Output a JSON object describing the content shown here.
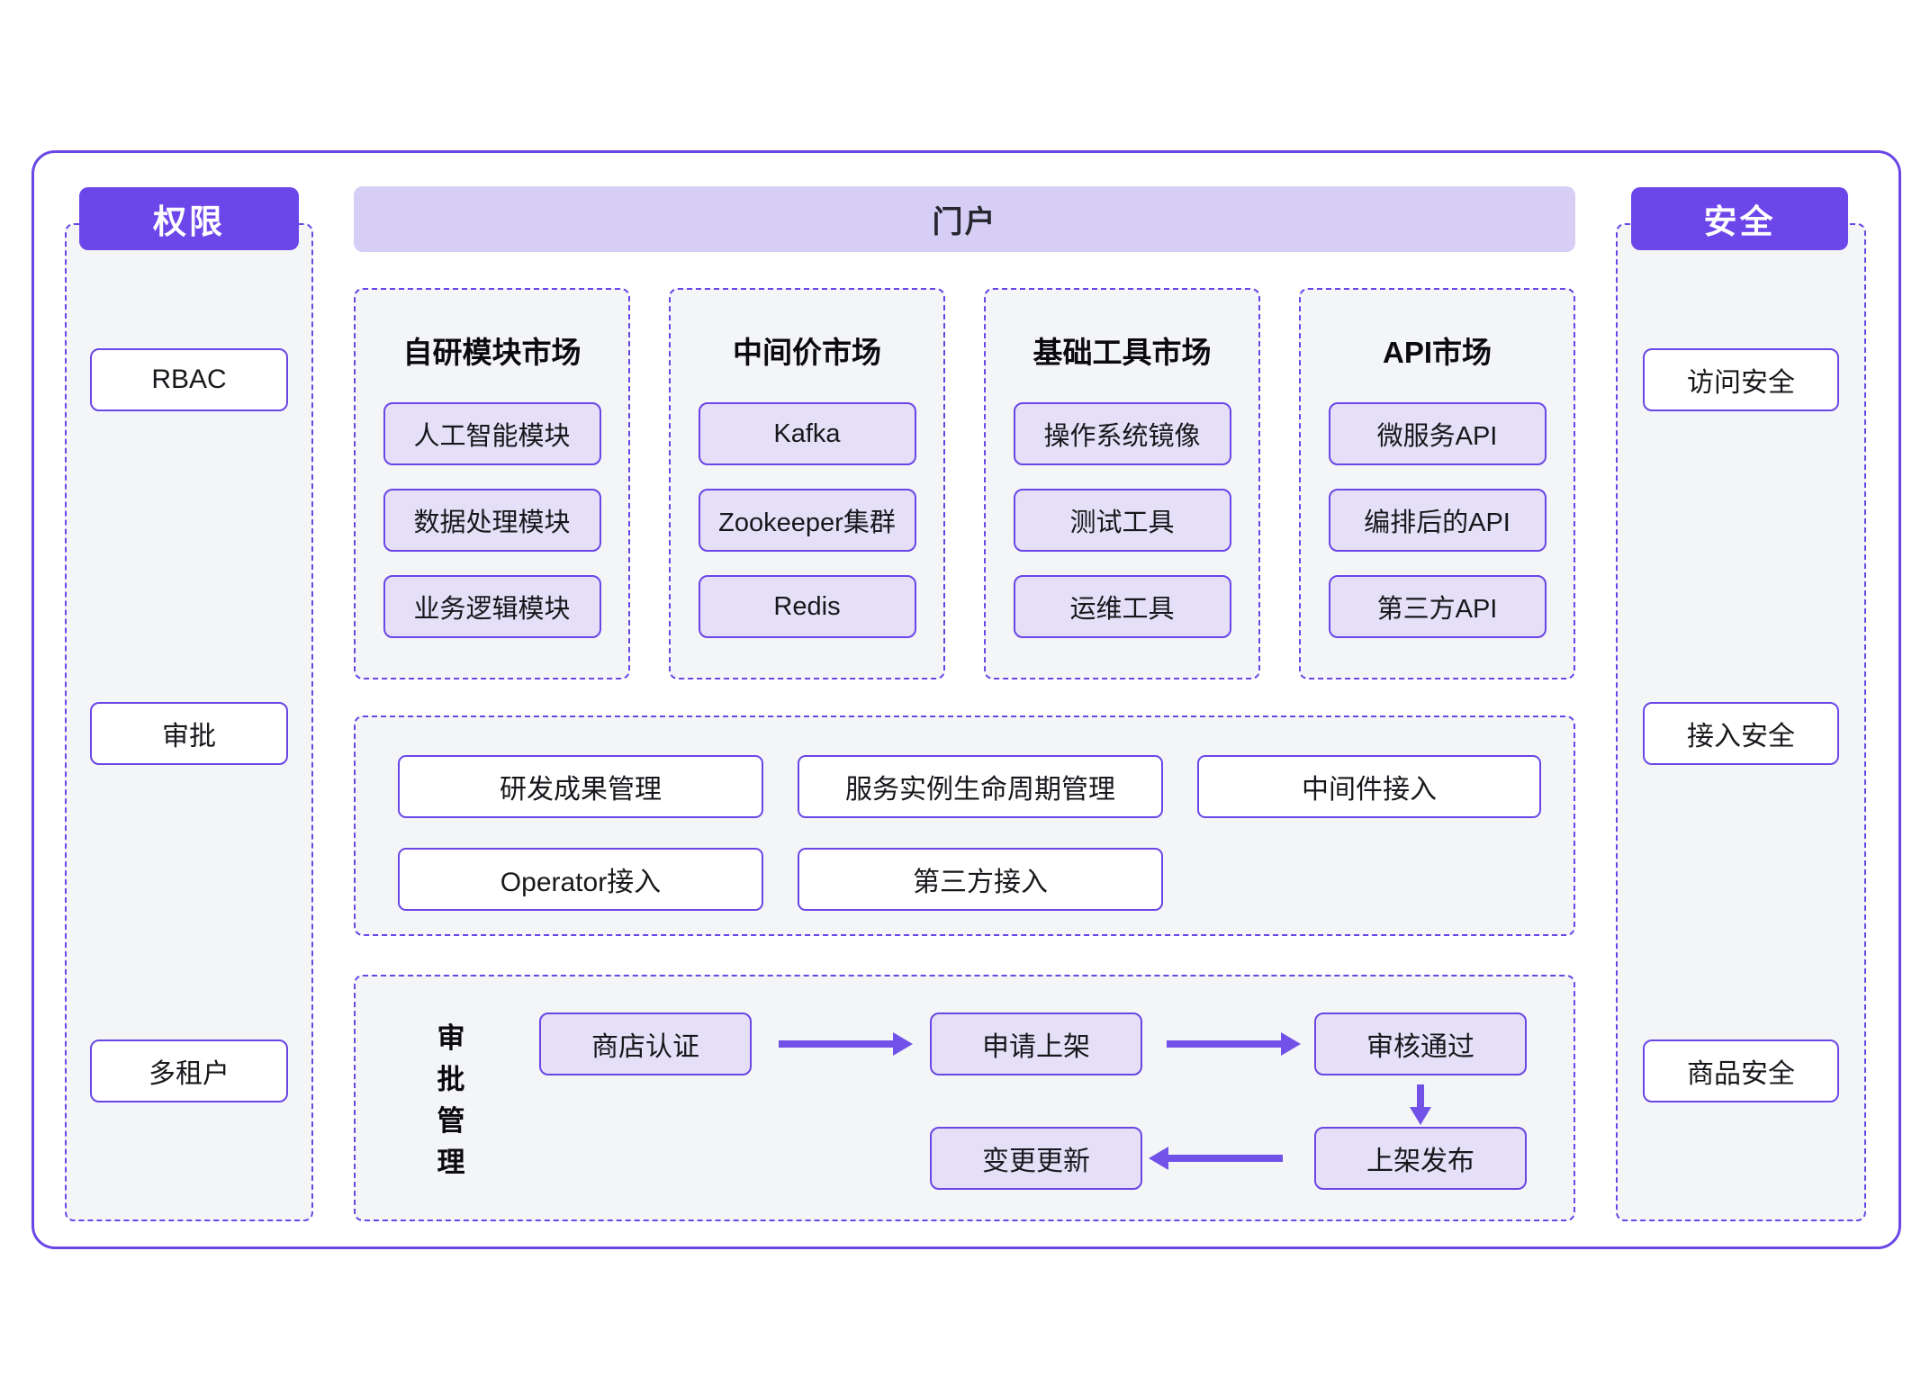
{
  "colors": {
    "accent_purple": "#6a46e6",
    "header_fill": "#6d46ea",
    "portal_band": "#d7cef5",
    "item_fill": "#e5e0f8",
    "panel_bg": "#f4f5f7",
    "arrow": "#7152e9",
    "text": "#17181c"
  },
  "left_panel": {
    "header": "权限",
    "items": [
      "RBAC",
      "审批",
      "多租户"
    ]
  },
  "portal": {
    "header": "门户",
    "markets": [
      {
        "title": "自研模块市场",
        "items": [
          "人工智能模块",
          "数据处理模块",
          "业务逻辑模块"
        ]
      },
      {
        "title": "中间价市场",
        "items": [
          "Kafka",
          "Zookeeper集群",
          "Redis"
        ]
      },
      {
        "title": "基础工具市场",
        "items": [
          "操作系统镜像",
          "测试工具",
          "运维工具"
        ]
      },
      {
        "title": "API市场",
        "items": [
          "微服务API",
          "编排后的API",
          "第三方API"
        ]
      }
    ],
    "functions": {
      "row1": [
        "研发成果管理",
        "服务实例生命周期管理",
        "中间件接入"
      ],
      "row2": [
        "Operator接入",
        "第三方接入"
      ]
    },
    "approval": {
      "label": "审批管理",
      "steps": [
        "商店认证",
        "申请上架",
        "审核通过",
        "上架发布",
        "变更更新"
      ]
    }
  },
  "right_panel": {
    "header": "安全",
    "items": [
      "访问安全",
      "接入安全",
      "商品安全"
    ]
  }
}
